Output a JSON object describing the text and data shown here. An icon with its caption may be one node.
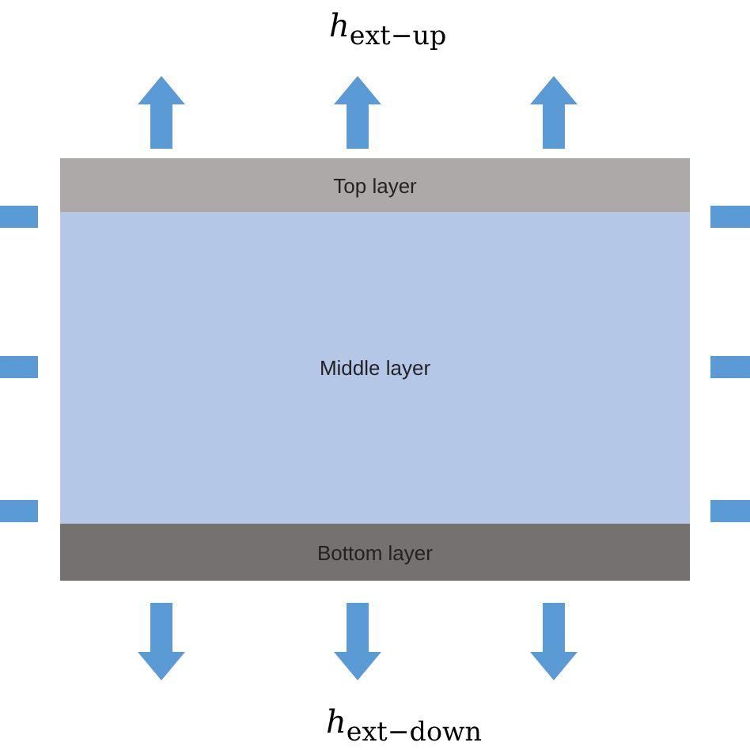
{
  "diagram": {
    "nodes": [
      {
        "text": [
          "Top layer"
        ]
      },
      {
        "text": [
          "Middle layer"
        ]
      },
      {
        "text": [
          "Bottom layer"
        ]
      }
    ],
    "labels": [
      "*h*$_{ext−up}$",
      "*h*$_{ext−down}$"
    ]
  }
}
